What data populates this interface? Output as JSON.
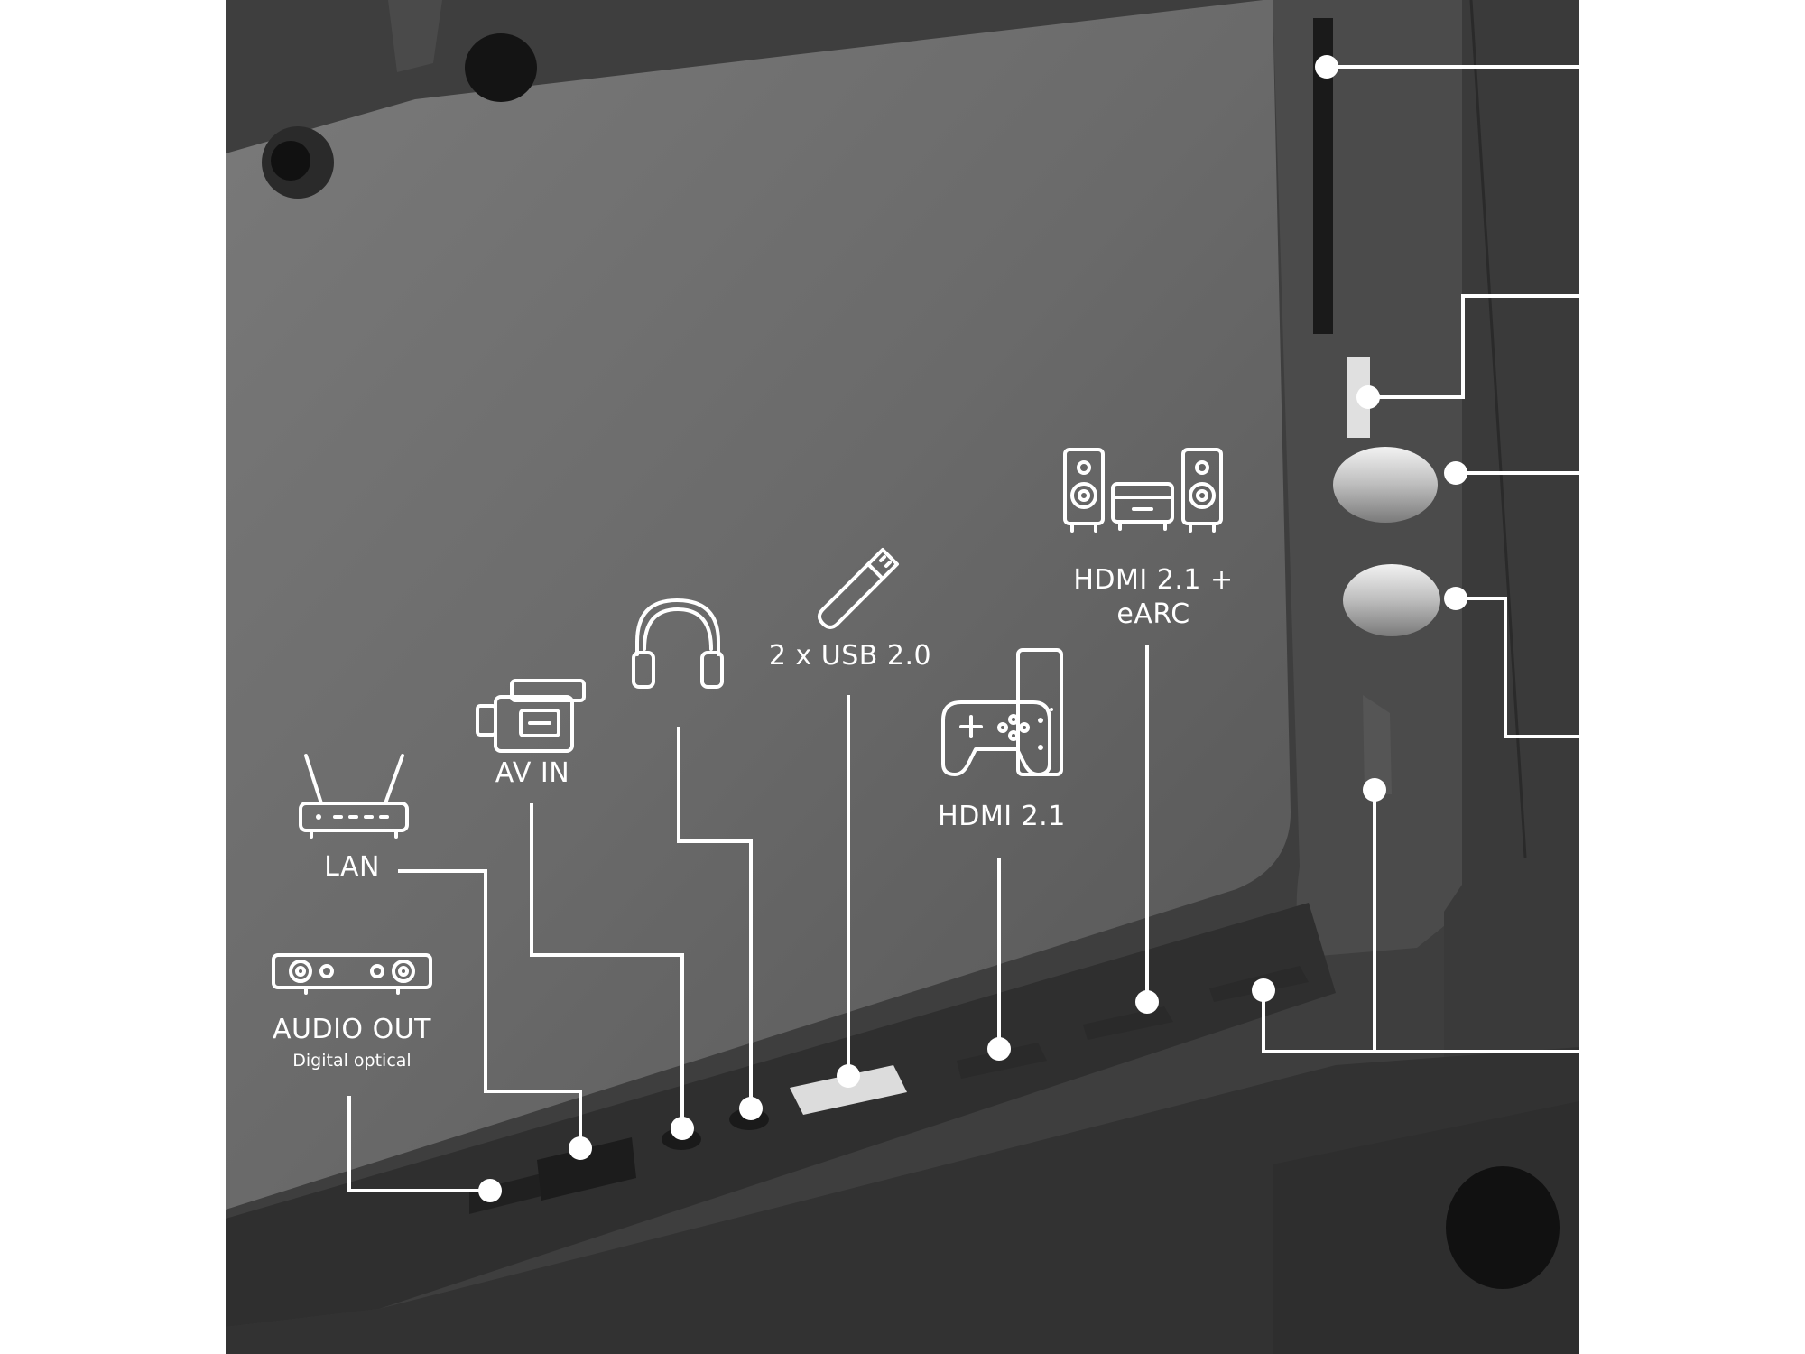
{
  "labels": {
    "audio_out": "AUDIO OUT",
    "audio_out_sub": "Digital optical",
    "lan": "LAN",
    "av_in": "AV IN",
    "usb": "2 x USB 2.0",
    "hdmi": "HDMI 2.1",
    "hdmi_earc_line1": "HDMI 2.1 +",
    "hdmi_earc_line2": "eARC"
  },
  "icons": {
    "soundbar": "soundbar-icon",
    "router": "router-icon",
    "camcorder": "camcorder-icon",
    "headphones": "headphones-icon",
    "usb_stick": "usb-stick-icon",
    "game_console": "game-console-icon",
    "home_theater": "home-theater-icon"
  },
  "colors": {
    "background": "#ffffff",
    "panel": "#6e6e6e",
    "panel_dark": "#3a3a3a",
    "callout": "#ffffff"
  }
}
